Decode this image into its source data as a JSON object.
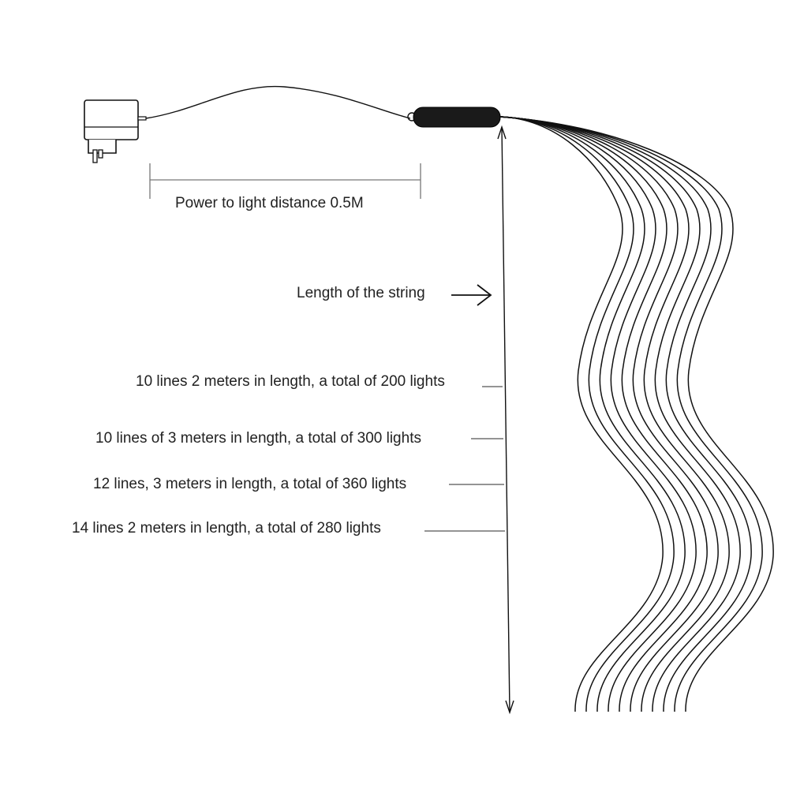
{
  "power_distance_label": "Power to light distance 0.5M",
  "string_length_label": "Length of the string",
  "specs": [
    "10 lines 2 meters in length, a total of 200 lights",
    "10 lines of 3 meters in length, a total of 300 lights",
    "12 lines, 3 meters in length, a total of 360 lights",
    "14 lines 2 meters in length, a total of 280 lights"
  ],
  "strand_count_shown": 11,
  "colors": {
    "line": "#111111",
    "controller": "#1a1a1a"
  }
}
